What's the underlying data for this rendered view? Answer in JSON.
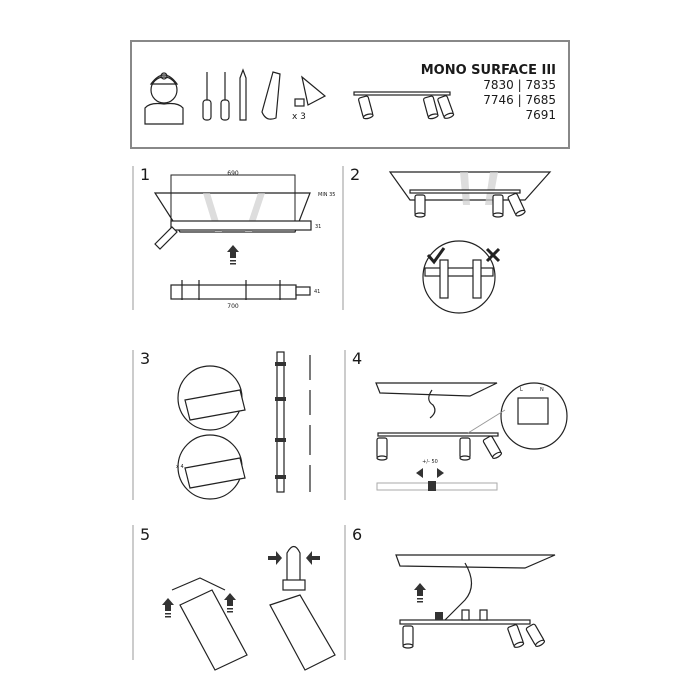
{
  "header": {
    "product_title": "MONO SURFACE III",
    "model_codes": [
      "7830 | 7835",
      "7746 | 7685",
      "7691"
    ],
    "bulb_quantity": "x 3",
    "tools": [
      "installer-icon",
      "phillips-screwdriver-icon",
      "flat-screwdriver-icon",
      "pencil-icon",
      "saw-icon",
      "gu10-bulb-icon"
    ]
  },
  "steps": [
    {
      "number": "1",
      "labels": {
        "width_cut": "690",
        "min_depth": "MIN 35",
        "thickness": "31",
        "length": "700",
        "height": "41"
      }
    },
    {
      "number": "2"
    },
    {
      "number": "3",
      "labels": {
        "qty": "x 4"
      }
    },
    {
      "number": "4",
      "labels": {
        "adjust": "+/- 50",
        "live": "L",
        "neutral": "N"
      }
    },
    {
      "number": "5"
    },
    {
      "number": "6"
    }
  ],
  "colors": {
    "line": "#222222",
    "frame": "#999999"
  }
}
